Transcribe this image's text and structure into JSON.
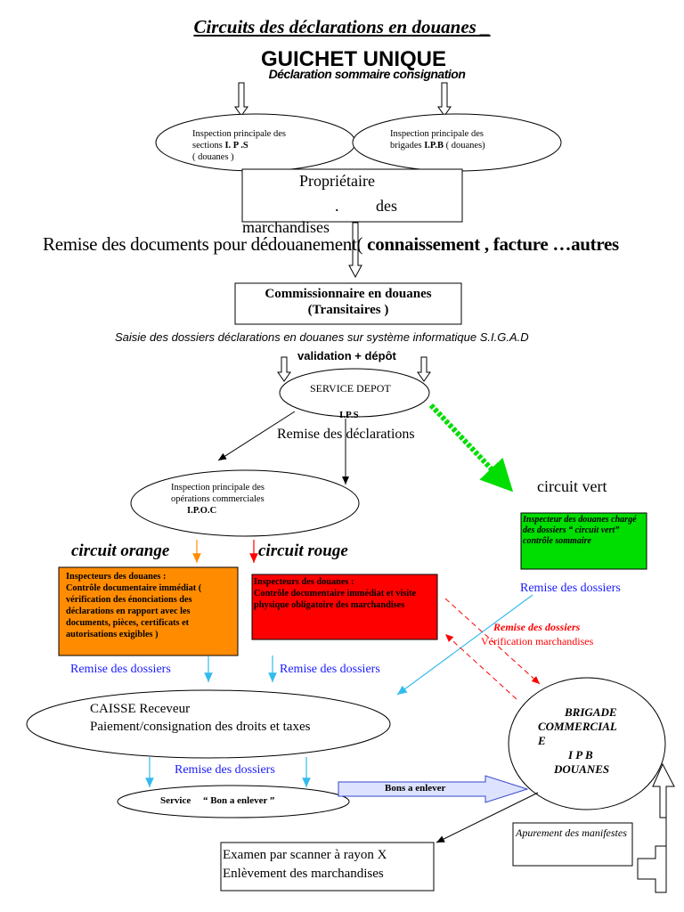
{
  "header": {
    "title": "Circuits des déclarations en douanes",
    "subtitle": "GUICHET UNIQUE",
    "subtitle2": "Déclaration sommaire consignation"
  },
  "ellipse_ips": {
    "line1": "Inspection principale des sections",
    "abbr": "I. P .S",
    "line2": "( douanes )"
  },
  "ellipse_ipb": {
    "line1": "Inspection principale des brigades",
    "abbr": "I.P.B",
    "line2": "( douanes)"
  },
  "proprietaire": {
    "line1": "Propriétaire",
    "line2": ".",
    "line3": "des",
    "line4": "marchandises"
  },
  "remise_documents": {
    "text": "Remise des documents  pour dédouanement(",
    "bold": " connaissement , facture …autres"
  },
  "commissionnaire": {
    "line1": "Commissionnaire  en douanes",
    "line2": "(Transitaires )"
  },
  "saisie": "Saisie des dossiers déclarations en douanes sur système informatique  S.I.G.A.D",
  "validation": "validation + dépôt",
  "service_depot": {
    "name": "SERVICE   DEPOT",
    "abbr": "I.P.S"
  },
  "remise_declarations": "Remise des déclarations",
  "ipoc": {
    "line1": "Inspection principale des opérations commerciales",
    "abbr": "I.P.O.C"
  },
  "circuit_vert": "circuit vert",
  "circuit_orange": "circuit orange",
  "circuit_rouge": "circuit rouge",
  "box_vert": {
    "text": "Inspecteur des douanes chargé des  dossiers  “ circuit vert”      contrôle sommaire"
  },
  "box_orange": {
    "title": "Inspecteurs des douanes  :",
    "body": "Contrôle documentaire immédiat ( vérification des énonciations des déclarations en rapport avec les documents, pièces, certificats et autorisations exigibles )"
  },
  "box_rouge": {
    "title": "Inspecteurs des douanes :",
    "body": " Contrôle documentaire immédiat et visite physique obligatoire des marchandises"
  },
  "remise_dossiers_labels": [
    "Remise des dossiers",
    "Remise des dossiers",
    "Remise des dossiers",
    "Remise des dossiers"
  ],
  "remise_dossiers_red": "Remise des  dossiers",
  "verification": "Vérification marchandises",
  "caisse": {
    "line1": "CAISSE  Receveur",
    "line2": "Paiement/consignation des droits et taxes"
  },
  "brigade": {
    "line1": "BRIGADE",
    "line2": "COMMERCIAL",
    "line3": "E",
    "line4": "I  P  B",
    "line5": "DOUANES"
  },
  "bon_enlever": {
    "label": "Service",
    "quoted": "“ Bon a enlever ”"
  },
  "bons_a_enlever": "Bons a enlever",
  "apurement": "Apurement des manifestes",
  "examen": {
    "line1": "Examen par scanner à rayon X",
    "line2": "Enlèvement des marchandises"
  },
  "colors": {
    "orange": "#ff8c00",
    "red": "#ff0000",
    "green": "#00dd00",
    "blue_text": "#1a1aff",
    "light_blue_arrow": "#33bbee",
    "bons_arrow_fill": "#dde3ff",
    "bons_arrow_stroke": "#3344cc"
  }
}
